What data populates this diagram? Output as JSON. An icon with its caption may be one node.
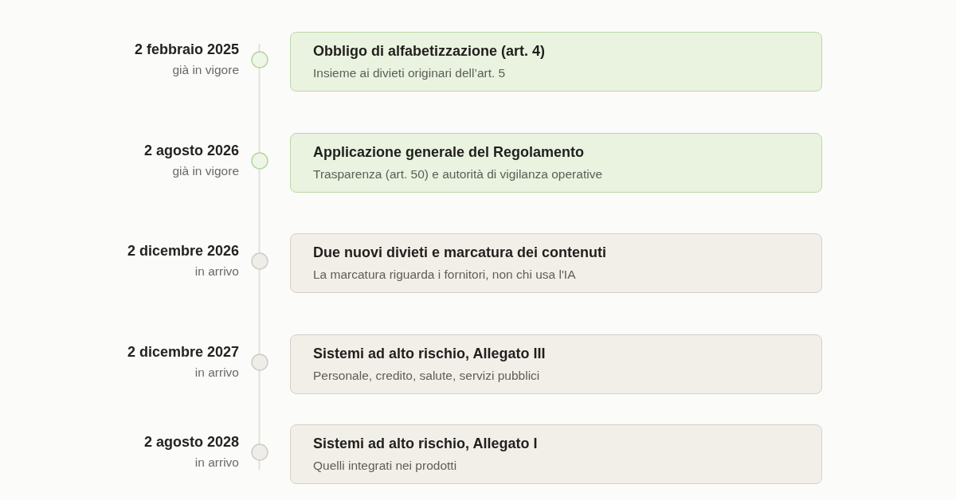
{
  "diagram": {
    "nodes": [
      {
        "text": [
          "Obbligo di alfabetizzazione (art. 4)",
          "Insieme ai divieti originari dell’art. 5"
        ],
        "beside": [
          "2 febbraio 2025",
          "già in vigore"
        ]
      },
      {
        "text": [
          "Applicazione generale del Regolamento",
          "Trasparenza (art. 50) e autorità di vigilanza operative"
        ],
        "beside": [
          "2 agosto 2026",
          "già in vigore"
        ]
      },
      {
        "text": [
          "Due nuovi divieti e marcatura dei contenuti",
          "La marcatura riguarda i fornitori, non chi usa l'IA"
        ],
        "beside": [
          "2 dicembre 2026",
          "in arrivo"
        ]
      },
      {
        "text": [
          "Sistemi ad alto rischio, Allegato III",
          "Personale, credito, salute, servizi pubblici"
        ],
        "beside": [
          "2 dicembre 2027",
          "in arrivo"
        ]
      },
      {
        "text": [
          "Sistemi ad alto rischio, Allegato I",
          "Quelli integrati nei prodotti"
        ],
        "beside": [
          "2 agosto 2028",
          "in arrivo"
        ]
      }
    ]
  }
}
